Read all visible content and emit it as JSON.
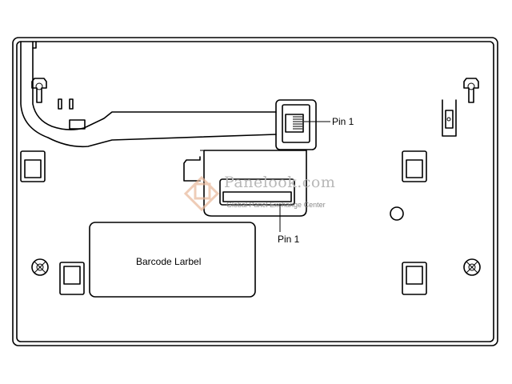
{
  "labels": {
    "pin1_top": "Pin 1",
    "pin1_bottom": "Pin 1",
    "barcode": "Barcode Larbel"
  },
  "watermark": {
    "brand": "Panelook.com",
    "tagline": "Global Panel Exchange Center"
  },
  "colors": {
    "line": "#000000",
    "background": "#ffffff",
    "watermark_text": "#b8b8b8",
    "watermark_logo": "#e8b79a"
  }
}
